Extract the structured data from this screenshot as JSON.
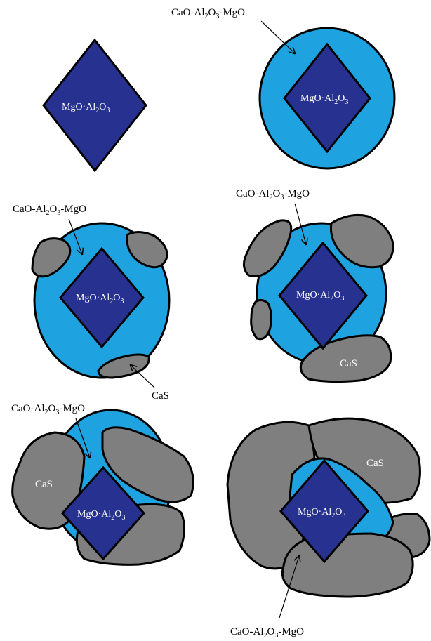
{
  "labels": {
    "ore": "MgO·Al",
    "ore_sub2": "2",
    "ore_O": "O",
    "ore_sub3": "3",
    "shell_a": "CaO-Al",
    "shell_b": "2",
    "shell_c": "O",
    "shell_d": "3",
    "shell_e": "-MgO",
    "cas": "CaS"
  },
  "colors": {
    "core": "#27318f",
    "shell": "#1ea3e0",
    "cas": "#7f7f7f",
    "outline": "#000000"
  }
}
